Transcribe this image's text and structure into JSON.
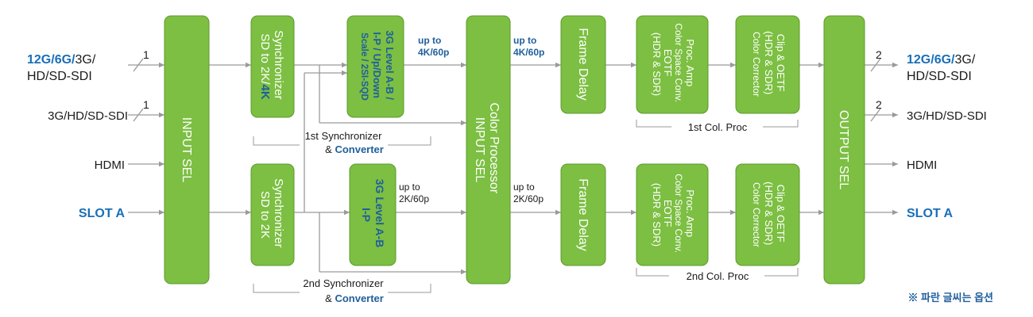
{
  "colors": {
    "block_fill": "#7cbf42",
    "block_stroke": "#5e9a2c",
    "wire": "#9a9a9a",
    "option_blue": "#1a6fb8"
  },
  "inputs": {
    "in1_bold": "12G/6G/",
    "in1_rest": "3G/",
    "in1_line2": "HD/SD-SDI",
    "in1_count": "1",
    "in2": "3G/HD/SD-SDI",
    "in2_count": "1",
    "in3": "HDMI",
    "in4": "SLOT A"
  },
  "blocks": {
    "input_sel": "INPUT SEL",
    "sync1_l1": "Synchronizer",
    "sync1_l2a": "SD to 2K/",
    "sync1_l2b": "4K",
    "conv1_l1": "3G Level A-B /",
    "conv1_l2": "I-P / Up/Down",
    "conv1_l3": "Scale / 2SI-SQD",
    "sync2_l1": "Synchronizer",
    "sync2_l2": "SD to 2K",
    "conv2_l1": "3G Level A-B",
    "conv2_l2": "I-P",
    "cp_l1": "Color Processor",
    "cp_l2": "INPUT SEL",
    "fd1": "Frame Delay",
    "fd2": "Frame Delay",
    "proc_l1": "Proc. Amp",
    "proc_l2": "Color Space Conv.",
    "proc_l3": "EOTF",
    "proc_l4": "(HDR & SDR)",
    "clip_l1": "Clip & OETF",
    "clip_l2": "(HDR & SDR)",
    "clip_l3": "Color Corrector",
    "output_sel": "OUTPUT SEL"
  },
  "labels": {
    "upto_4k_1": "up to",
    "upto_4k_2": "4K/60p",
    "upto_2k_1": "up to",
    "upto_2k_2": "2K/60p",
    "group1_l1": "1st Synchronizer",
    "group1_amp": "& ",
    "group1_conv": "Converter",
    "group2_l1": "2nd Synchronizer",
    "group2_amp": "& ",
    "group2_conv": "Converter",
    "col1": "1st Col. Proc",
    "col2": "2nd Col. Proc"
  },
  "outputs": {
    "out1_bold": "12G/6G/",
    "out1_rest": "3G/",
    "out1_line2": "HD/SD-SDI",
    "out1_count": "2",
    "out2": "3G/HD/SD-SDI",
    "out2_count": "2",
    "out3": "HDMI",
    "out4": "SLOT A"
  },
  "note": "※ 파란 글씨는 옵션"
}
